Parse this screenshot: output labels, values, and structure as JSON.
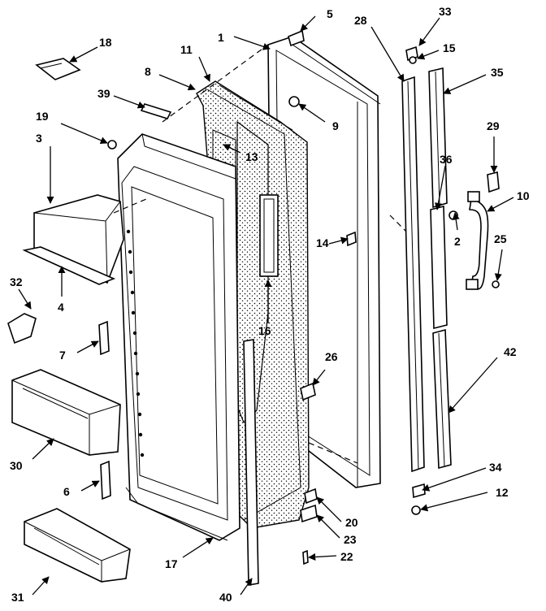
{
  "diagram": {
    "title": "",
    "callouts": [
      {
        "id": "c1",
        "text": "1"
      },
      {
        "id": "c2",
        "text": "2"
      },
      {
        "id": "c3",
        "text": "3"
      },
      {
        "id": "c4",
        "text": "4"
      },
      {
        "id": "c5",
        "text": "5"
      },
      {
        "id": "c6",
        "text": "6"
      },
      {
        "id": "c7",
        "text": "7"
      },
      {
        "id": "c8",
        "text": "8"
      },
      {
        "id": "c9",
        "text": "9"
      },
      {
        "id": "c10",
        "text": "10"
      },
      {
        "id": "c11",
        "text": "11"
      },
      {
        "id": "c12",
        "text": "12"
      },
      {
        "id": "c13",
        "text": "13"
      },
      {
        "id": "c14",
        "text": "14"
      },
      {
        "id": "c15",
        "text": "15"
      },
      {
        "id": "c16",
        "text": "16"
      },
      {
        "id": "c17",
        "text": "17"
      },
      {
        "id": "c18",
        "text": "18"
      },
      {
        "id": "c19",
        "text": "19"
      },
      {
        "id": "c20",
        "text": "20"
      },
      {
        "id": "c22",
        "text": "22"
      },
      {
        "id": "c23",
        "text": "23"
      },
      {
        "id": "c25",
        "text": "25"
      },
      {
        "id": "c26",
        "text": "26"
      },
      {
        "id": "c28",
        "text": "28"
      },
      {
        "id": "c29",
        "text": "29"
      },
      {
        "id": "c30",
        "text": "30"
      },
      {
        "id": "c31",
        "text": "31"
      },
      {
        "id": "c32",
        "text": "32"
      },
      {
        "id": "c33",
        "text": "33"
      },
      {
        "id": "c34",
        "text": "34"
      },
      {
        "id": "c35",
        "text": "35"
      },
      {
        "id": "c36",
        "text": "36"
      },
      {
        "id": "c39",
        "text": "39"
      },
      {
        "id": "c40",
        "text": "40"
      },
      {
        "id": "c42",
        "text": "42"
      }
    ]
  }
}
